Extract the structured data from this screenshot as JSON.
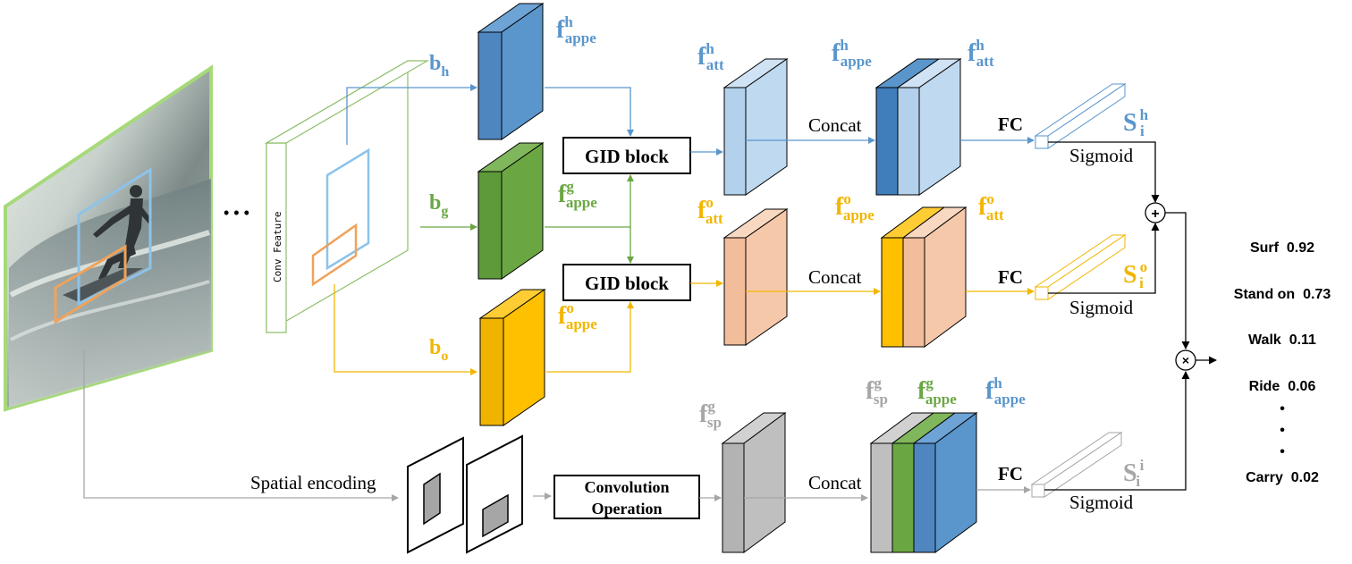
{
  "colors": {
    "blue": "#5a96cc",
    "blue_dark": "#2f6aa8",
    "blue_light": "#bfd9f0",
    "green": "#6aa743",
    "green_dark": "#3f7a26",
    "orange": "#ffc000",
    "orange_dark": "#c38f00",
    "peach": "#f6c8aa",
    "gray": "#bfbfbf",
    "gray_dark": "#8c8c8c",
    "photo_border": "#a6d97a",
    "box_blue": "#8cc3ea",
    "box_orange": "#f0a25a"
  },
  "dots": "• • •",
  "conv_feature_label": "Conv Feature",
  "boxes": {
    "bh": {
      "main": "b",
      "sub": "h"
    },
    "bg": {
      "main": "b",
      "sub": "g"
    },
    "bo": {
      "main": "b",
      "sub": "o"
    }
  },
  "feature_labels": {
    "f_h_appe": {
      "main": "f",
      "sup": "h",
      "sub": "appe"
    },
    "f_g_appe": {
      "main": "f",
      "sup": "g",
      "sub": "appe"
    },
    "f_o_appe": {
      "main": "f",
      "sup": "o",
      "sub": "appe"
    },
    "f_h_att": {
      "main": "f",
      "sup": "h",
      "sub": "att"
    },
    "f_o_att": {
      "main": "f",
      "sup": "o",
      "sub": "att"
    },
    "f_h_appe2": {
      "main": "f",
      "sup": "h",
      "sub": "appe"
    },
    "f_h_att2": {
      "main": "f",
      "sup": "h",
      "sub": "att"
    },
    "f_o_appe2": {
      "main": "f",
      "sup": "o",
      "sub": "appe"
    },
    "f_o_att2": {
      "main": "f",
      "sup": "o",
      "sub": "att"
    },
    "f_g_sp": {
      "main": "f",
      "sup": "g",
      "sub": "sp"
    },
    "f_g_sp2": {
      "main": "f",
      "sup": "g",
      "sub": "sp"
    },
    "f_g_appe3": {
      "main": "f",
      "sup": "g",
      "sub": "appe"
    },
    "f_h_appe3": {
      "main": "f",
      "sup": "h",
      "sub": "appe"
    }
  },
  "blocks": {
    "gid_top": "GID block",
    "gid_bottom": "GID block",
    "conv_line1": "Convolution",
    "conv_line2": "Operation"
  },
  "ops": {
    "concat": "Concat",
    "fc": "FC",
    "sigmoid": "Sigmoid",
    "spatial_encoding": "Spatial encoding",
    "plus": "+",
    "times": "×"
  },
  "scores": {
    "s_h": {
      "main": "S",
      "sup": "h",
      "sub": "i"
    },
    "s_o": {
      "main": "S",
      "sup": "o",
      "sub": "i"
    },
    "s_i": {
      "main": "S",
      "sup": "i",
      "sub": "i"
    }
  },
  "predictions": [
    "Surf  0.92",
    "Stand on  0.73",
    "Walk  0.11",
    "Ride  0.06",
    "•",
    "•",
    "•",
    "Carry  0.02"
  ]
}
